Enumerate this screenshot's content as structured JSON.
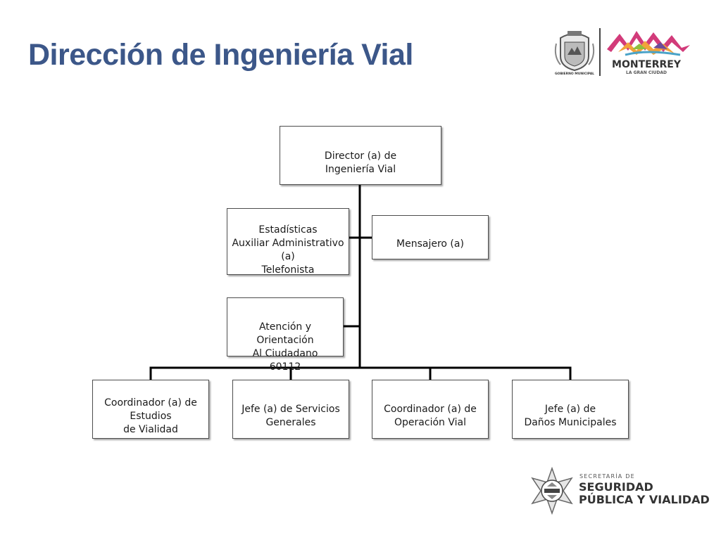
{
  "slide": {
    "title": "Dirección de Ingeniería Vial"
  },
  "header_logos": {
    "municipal_caption": "GOBIERNO MUNICIPAL",
    "city_name": "MONTERREY",
    "city_tagline": "LA GRAN CIUDAD"
  },
  "org_chart": {
    "director": "Director (a) de\nIngeniería Vial",
    "staff_left": "Estadísticas\nAuxiliar Administrativo\n(a)\nTelefonista",
    "staff_right": "Mensajero (a)",
    "citizen_service": "Atención y Orientación\nAl Ciudadano\n60112",
    "units": [
      "Coordinador (a) de\nEstudios\nde Vialidad",
      "Jefe (a) de Servicios\nGenerales",
      "Coordinador (a) de\nOperación Vial",
      "Jefe (a) de\nDaños Municipales"
    ]
  },
  "footer_logo": {
    "line1": "SECRETARÍA DE",
    "line2": "SEGURIDAD",
    "line3": "PÚBLICA Y VIALIDAD"
  },
  "colors": {
    "title": "#3c5789",
    "connector": "#000000",
    "box_border": "#4d4d4d"
  }
}
